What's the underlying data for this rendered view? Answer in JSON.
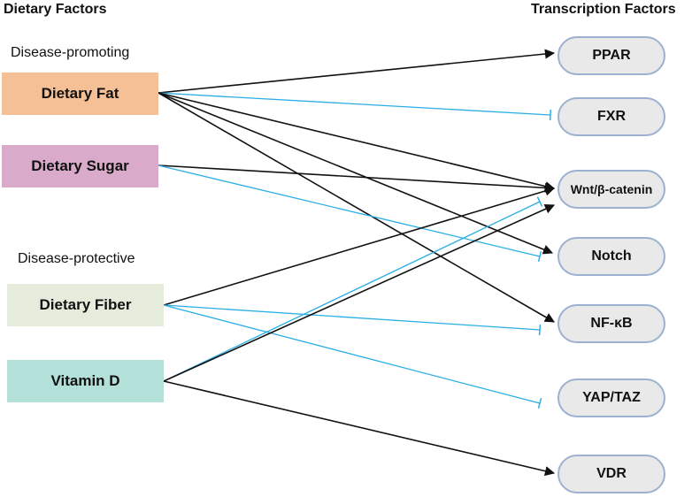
{
  "headings": {
    "left": "Dietary Factors",
    "right": "Transcription Factors"
  },
  "groups": {
    "promoting": "Disease-promoting",
    "protective": "Disease-protective"
  },
  "dietary_factors": [
    {
      "id": "fat",
      "label": "Dietary Fat",
      "color": "#f5c096"
    },
    {
      "id": "sugar",
      "label": "Dietary Sugar",
      "color": "#d9aac9"
    },
    {
      "id": "fiber",
      "label": "Dietary Fiber",
      "color": "#e5ecdc"
    },
    {
      "id": "vitd",
      "label": "Vitamin D",
      "color": "#b4e0da"
    }
  ],
  "transcription_factors": [
    {
      "id": "ppar",
      "label": "PPAR"
    },
    {
      "id": "fxr",
      "label": "FXR"
    },
    {
      "id": "wnt",
      "label": "Wnt/β-catenin"
    },
    {
      "id": "notch",
      "label": "Notch"
    },
    {
      "id": "nfkb",
      "label": "NF-κB"
    },
    {
      "id": "yap",
      "label": "YAP/TAZ"
    },
    {
      "id": "vdr",
      "label": "VDR"
    }
  ],
  "edge_colors": {
    "activation": "#111111",
    "inhibition": "#29aee6"
  },
  "edges": [
    {
      "from": "fat",
      "to": "ppar",
      "type": "activation"
    },
    {
      "from": "fat",
      "to": "fxr",
      "type": "inhibition"
    },
    {
      "from": "fat",
      "to": "wnt",
      "type": "activation"
    },
    {
      "from": "fat",
      "to": "notch",
      "type": "activation"
    },
    {
      "from": "fat",
      "to": "nfkb",
      "type": "activation"
    },
    {
      "from": "sugar",
      "to": "wnt",
      "type": "activation"
    },
    {
      "from": "sugar",
      "to": "notch",
      "type": "inhibition"
    },
    {
      "from": "fiber",
      "to": "wnt",
      "type": "activation"
    },
    {
      "from": "fiber",
      "to": "nfkb",
      "type": "inhibition"
    },
    {
      "from": "fiber",
      "to": "yap",
      "type": "inhibition"
    },
    {
      "from": "vitd",
      "to": "wnt",
      "type": "inhibition"
    },
    {
      "from": "vitd",
      "to": "wnt",
      "type": "activation"
    },
    {
      "from": "vitd",
      "to": "vdr",
      "type": "activation"
    }
  ]
}
